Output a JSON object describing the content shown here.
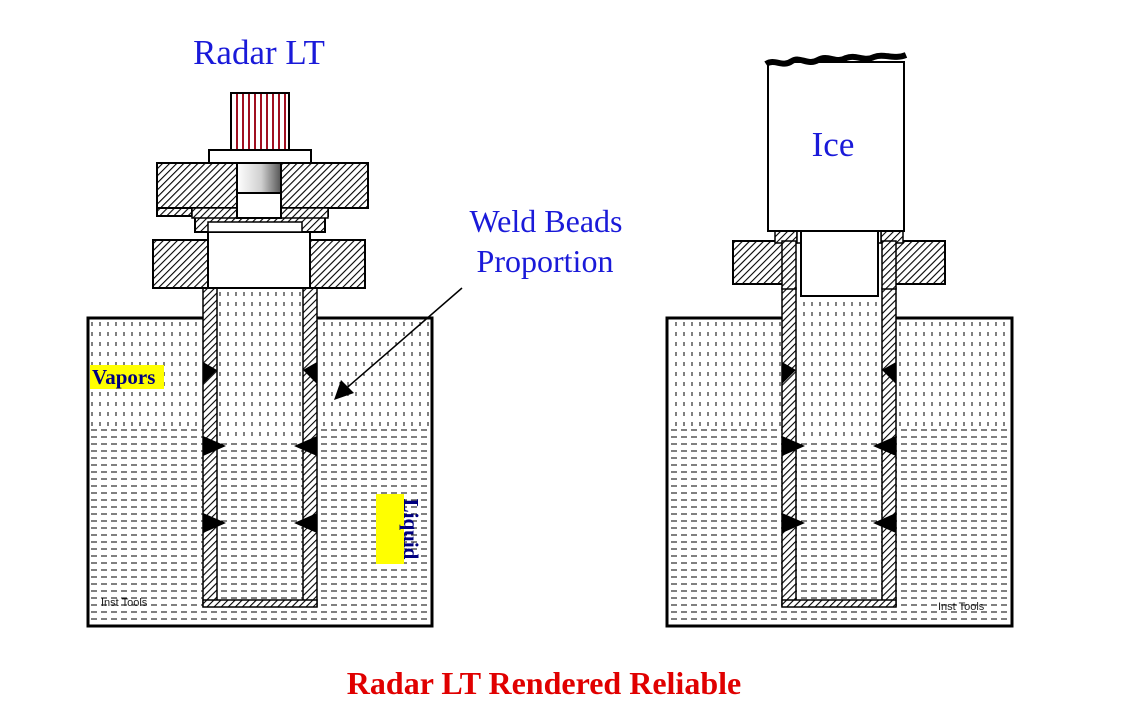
{
  "left_diagram": {
    "title": "Radar LT",
    "callout": "Weld Beads\nProportion",
    "label_vapors": "Vapors",
    "label_liquid": "Liquid",
    "watermark": "Inst Tools"
  },
  "right_diagram": {
    "label_ice": "Ice",
    "watermark": "Inst Tools"
  },
  "caption": "Radar LT Rendered Reliable",
  "colors": {
    "blue_text": "#1a1ad9",
    "caption_red": "#e00000",
    "highlight": "#ffff00",
    "radar_stripes": "#a01020"
  }
}
